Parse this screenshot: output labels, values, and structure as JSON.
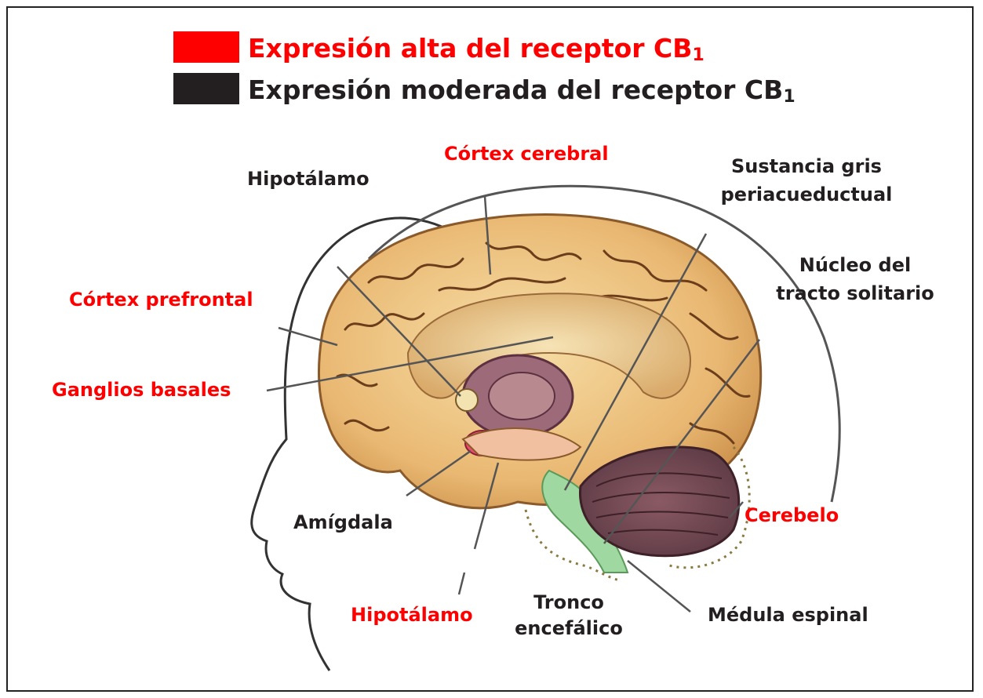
{
  "legend": {
    "high": {
      "label": "Expresión alta del receptor CB",
      "subscript": "1",
      "color": "#ff0000"
    },
    "moderate": {
      "label": "Expresión moderada del receptor CB",
      "subscript": "1",
      "color": "#231f20"
    }
  },
  "labels": {
    "hipotalamo_top": {
      "text": "Hipotálamo",
      "color": "#231f20"
    },
    "cortex_cerebral": {
      "text": "Córtex cerebral",
      "color": "#ff0000"
    },
    "sustancia_gris_1": {
      "text": "Sustancia gris",
      "color": "#231f20"
    },
    "sustancia_gris_2": {
      "text": "periacueductual",
      "color": "#231f20"
    },
    "nucleo_1": {
      "text": "Núcleo del",
      "color": "#231f20"
    },
    "nucleo_2": {
      "text": "tracto solitario",
      "color": "#231f20"
    },
    "cortex_prefrontal": {
      "text": "Córtex prefrontal",
      "color": "#ff0000"
    },
    "ganglios_basales": {
      "text": "Ganglios basales",
      "color": "#ff0000"
    },
    "amigdala": {
      "text": "Amígdala",
      "color": "#231f20"
    },
    "cerebelo": {
      "text": "Cerebelo",
      "color": "#ff0000"
    },
    "hipotalamo_bottom": {
      "text": "Hipotálamo",
      "color": "#ff0000"
    },
    "tronco_1": {
      "text": "Tronco",
      "color": "#231f20"
    },
    "tronco_2": {
      "text": "encefálico",
      "color": "#231f20"
    },
    "medula": {
      "text": "Médula espinal",
      "color": "#231f20"
    }
  }
}
